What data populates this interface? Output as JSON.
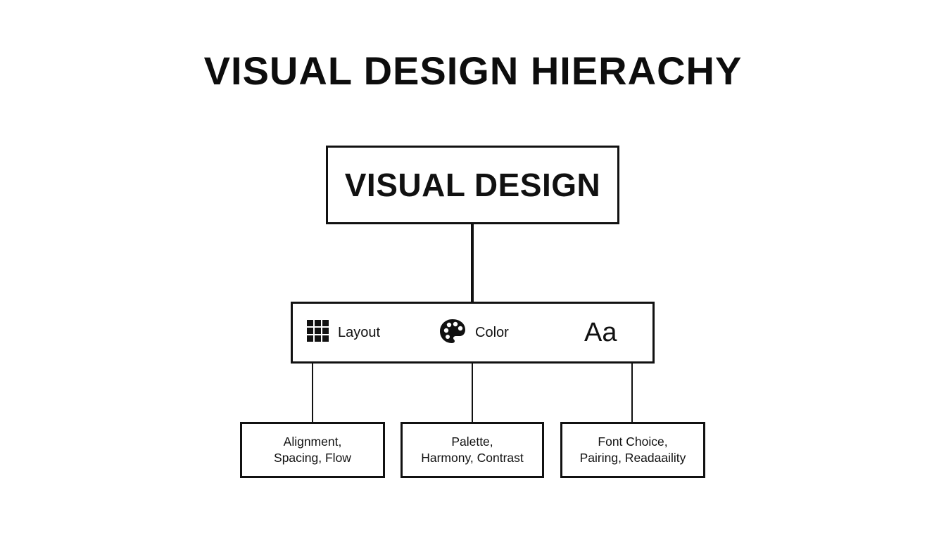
{
  "title": "VISUAL DESIGN HIERACHY",
  "root": {
    "label": "VISUAL DESIGN"
  },
  "categories": [
    {
      "icon": "grid-icon",
      "label": "Layout"
    },
    {
      "icon": "palette-icon",
      "label": "Color"
    },
    {
      "icon": "typography-icon",
      "label": "Aa"
    }
  ],
  "details": [
    {
      "line1": "Alignment,",
      "line2": "Spacing, Flow"
    },
    {
      "line1": "Palette,",
      "line2": "Harmony, Contrast"
    },
    {
      "line1": "Font Choice,",
      "line2": "Pairing, Readaaility"
    }
  ]
}
